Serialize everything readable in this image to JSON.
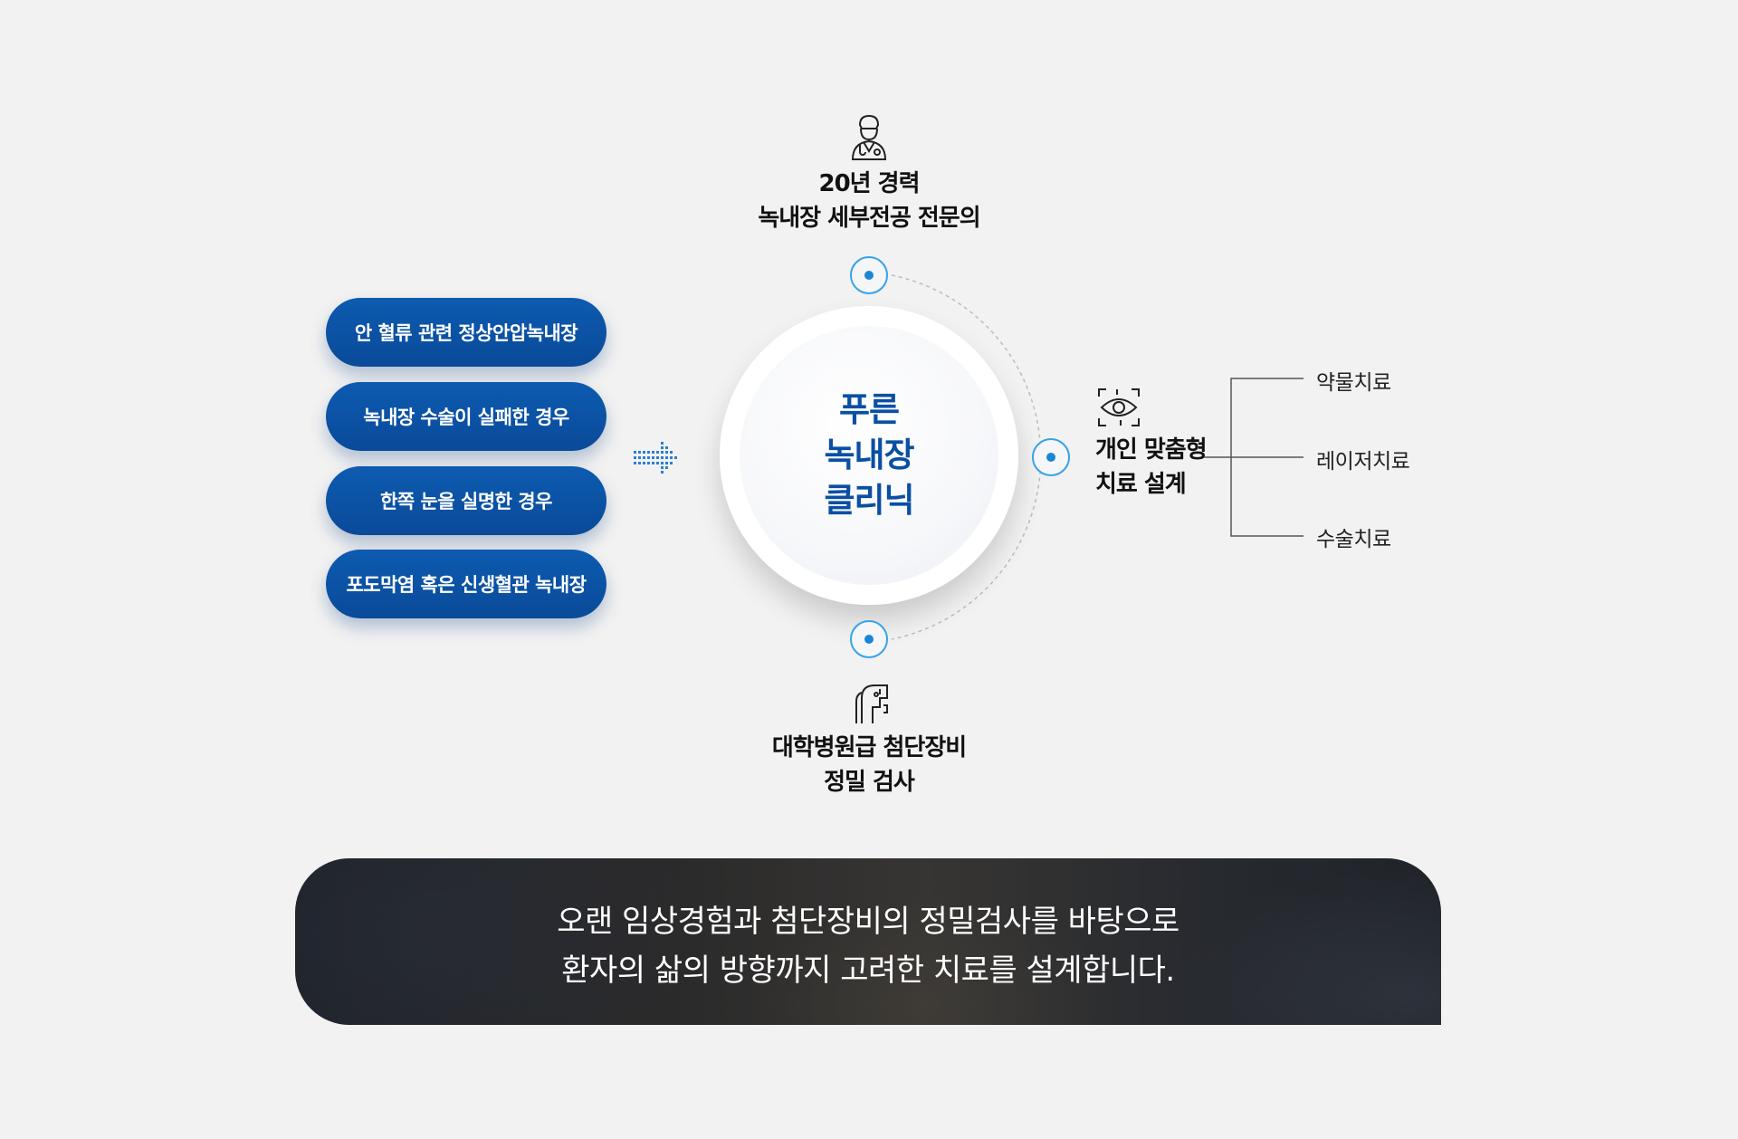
{
  "left_items": [
    "안 혈류 관련 정상안압녹내장",
    "녹내장 수술이 실패한 경우",
    "한쪽 눈을 실명한 경우",
    "포도막염 혹은 신생혈관 녹내장"
  ],
  "center": {
    "line1": "푸른",
    "line2": "녹내장",
    "line3": "클리닉"
  },
  "top": {
    "line1": "20년 경력",
    "line2": "녹내장 세부전공 전문의",
    "icon": "doctor-icon"
  },
  "right": {
    "line1": "개인 맞춤형",
    "line2": "치료 설계",
    "icon": "eye-scan-icon"
  },
  "bottom": {
    "line1": "대학병원급 첨단장비",
    "line2": "정밀 검사",
    "icon": "equipment-icon"
  },
  "treatments": [
    "약물치료",
    "레이저치료",
    "수술치료"
  ],
  "banner": {
    "line1": "오랜 임상경험과 첨단장비의 정밀검사를 바탕으로",
    "line2": "환자의 삶의 방향까지 고려한 치료를 설계합니다."
  },
  "colors": {
    "primary": "#0a4fa3",
    "accent": "#1a87d6",
    "background": "#f2f2f2"
  }
}
